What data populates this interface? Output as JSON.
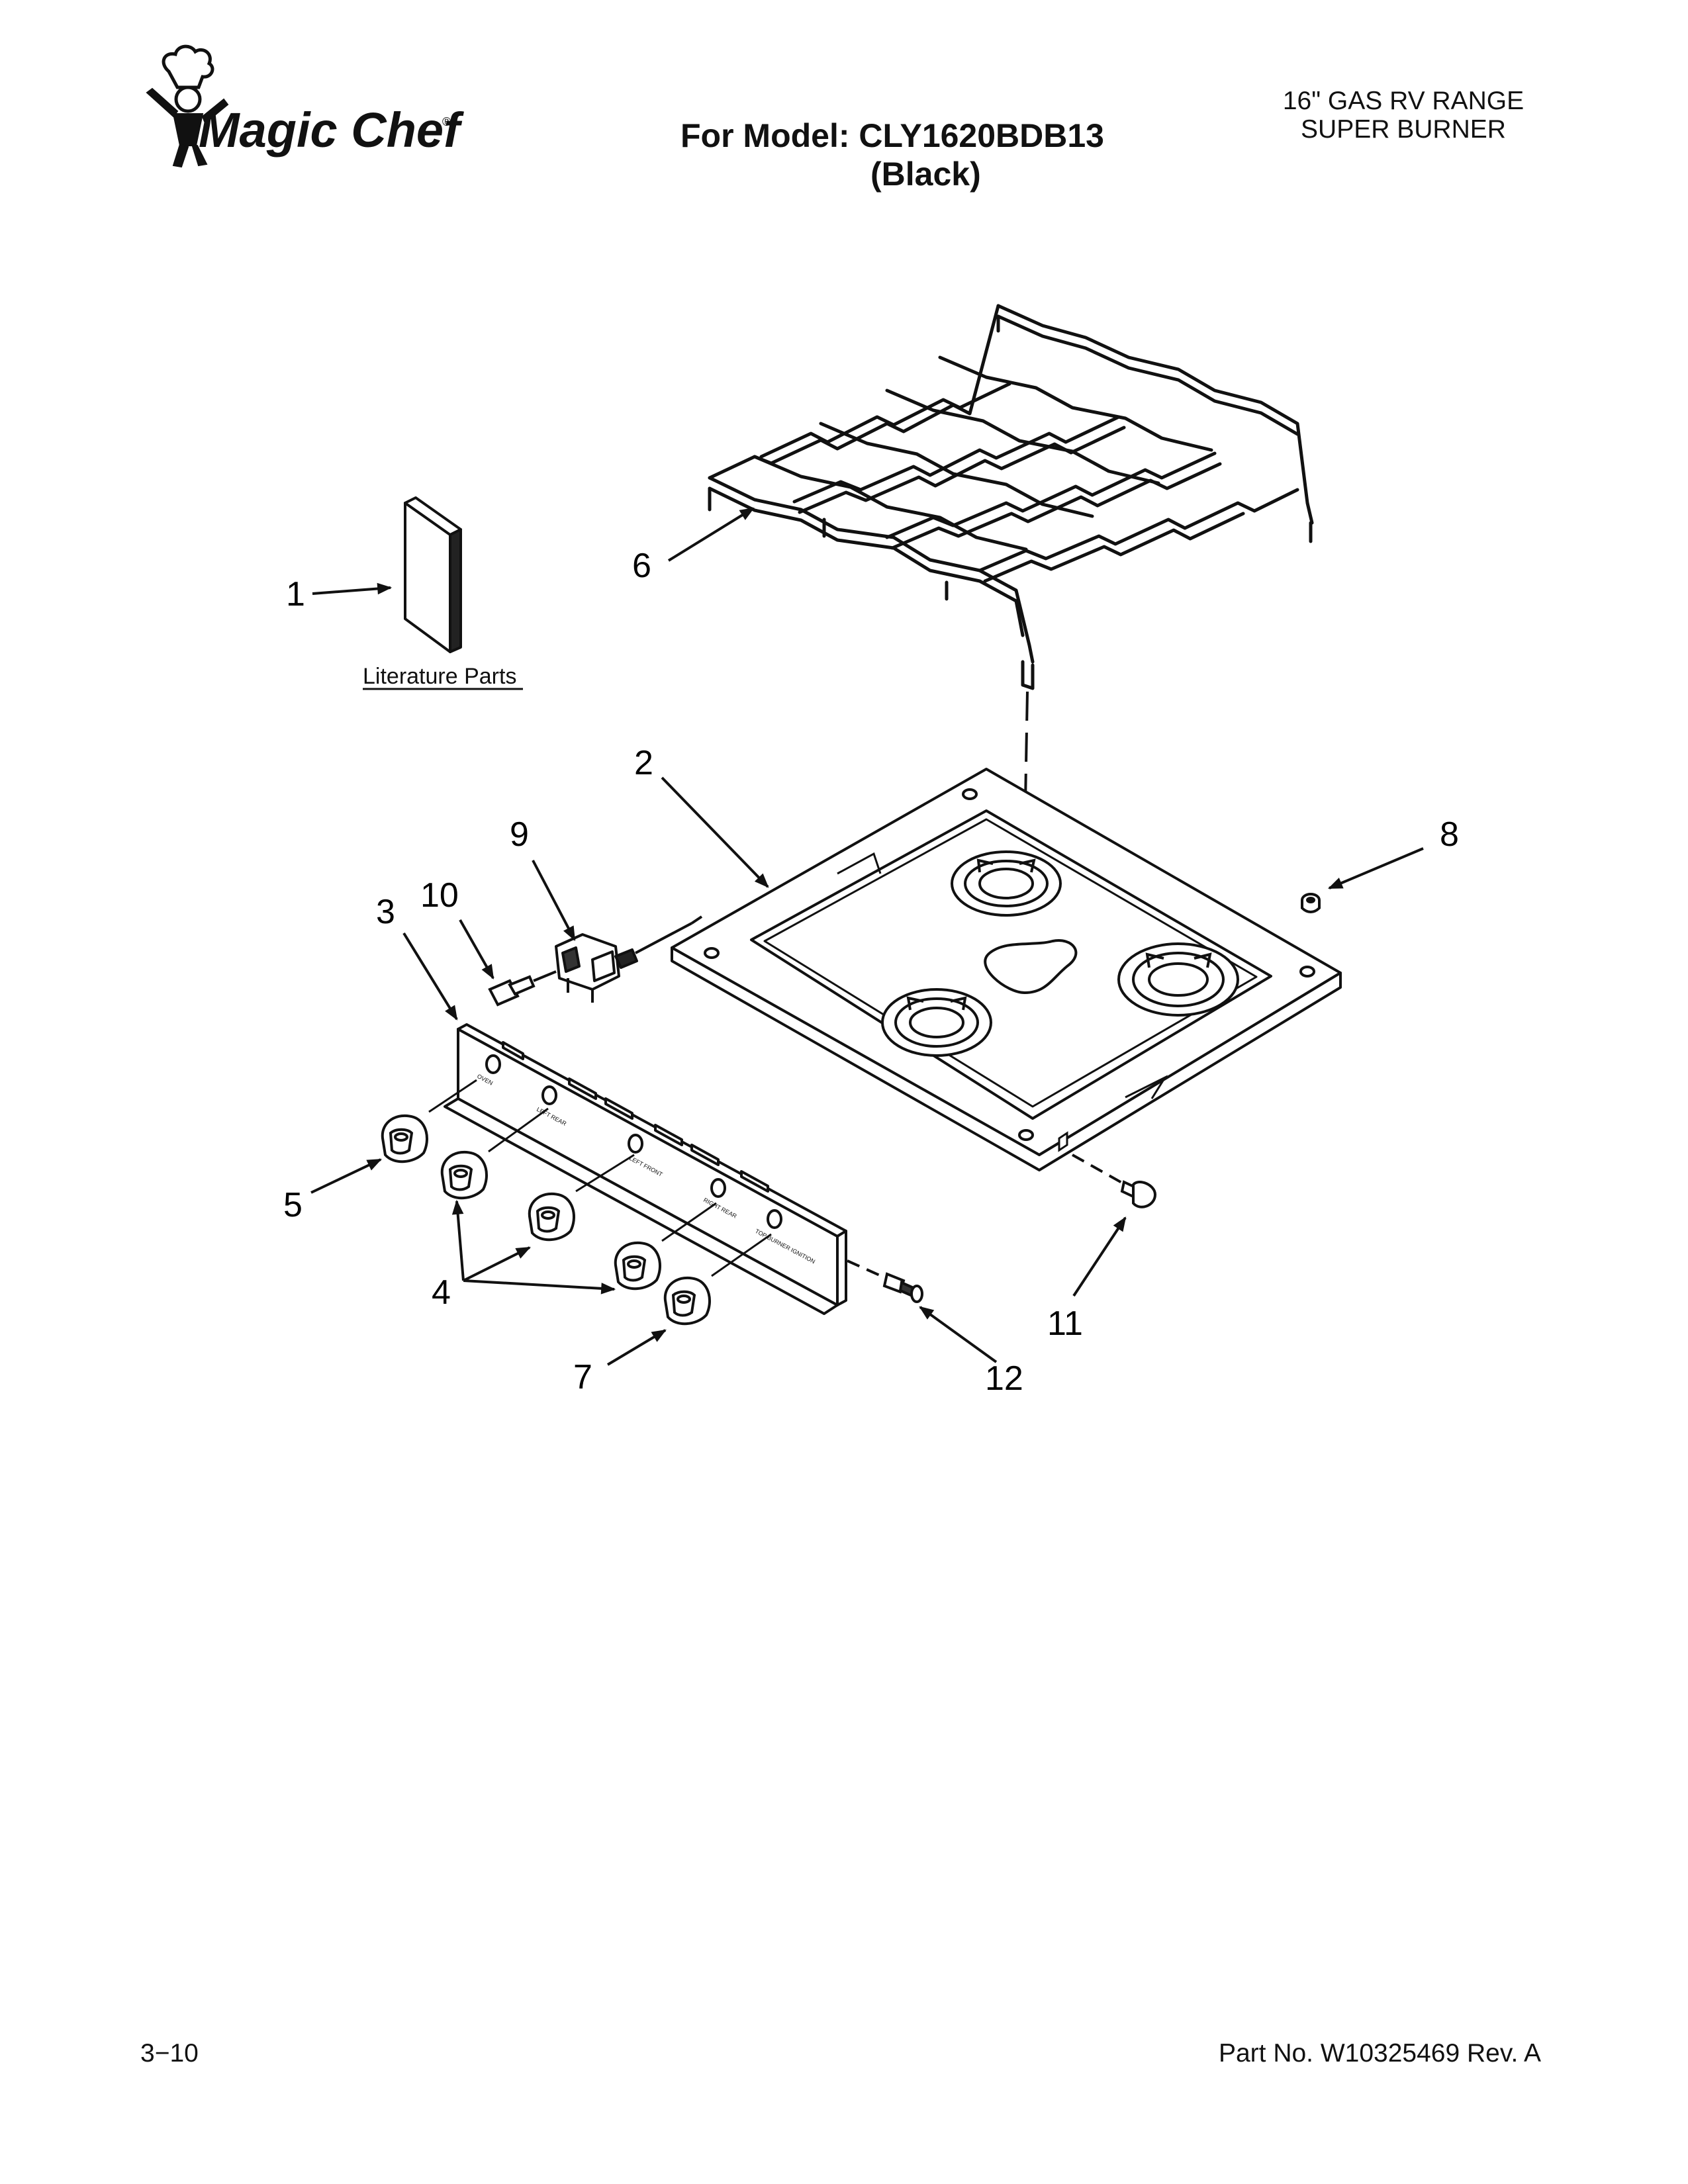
{
  "header": {
    "brand": "Magic Chef",
    "brand_mark": "®",
    "model_line": "For Model: CLY1620BDB13",
    "color_line": "(Black)",
    "product_line_1": "16\" GAS RV RANGE",
    "product_line_2": "SUPER BURNER"
  },
  "literature_label": "Literature Parts",
  "callouts": [
    "1",
    "2",
    "3",
    "4",
    "5",
    "6",
    "7",
    "8",
    "9",
    "10",
    "11",
    "12"
  ],
  "panel_labels": [
    "OVEN",
    "LEFT REAR",
    "LEFT FRONT",
    "RIGHT REAR",
    "TOP BURNER IGNITION"
  ],
  "footer": {
    "page": "3−10",
    "part_no": "Part No. W10325469 Rev. A"
  },
  "icons": {
    "logo": "chef-logo-icon"
  }
}
